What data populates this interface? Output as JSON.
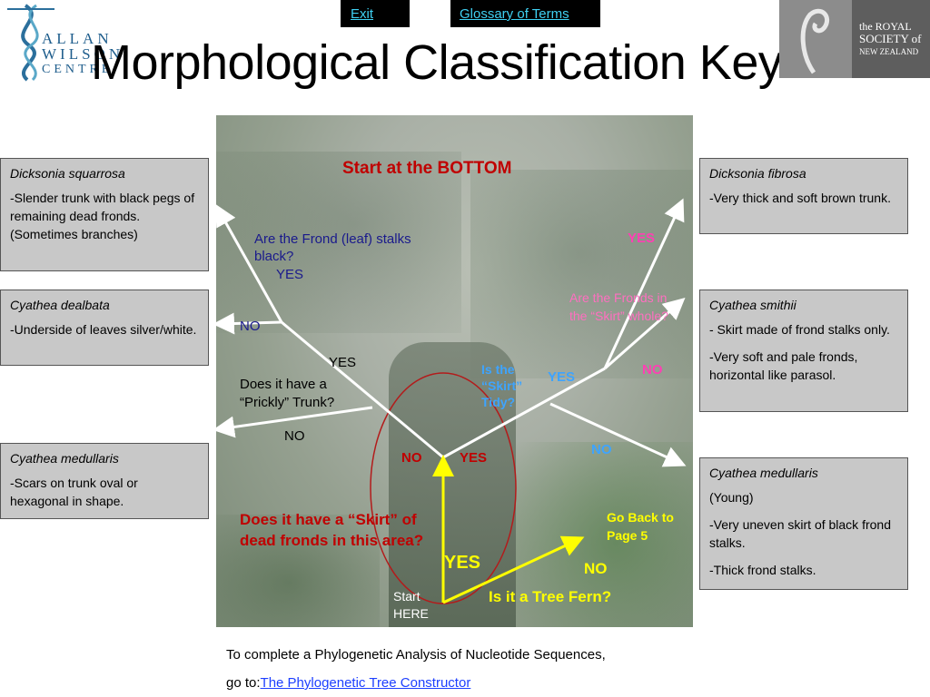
{
  "header": {
    "exit_label": "Exit",
    "glossary_label": "Glossary of Terms",
    "title": "Morphological Classification Key"
  },
  "logos": {
    "allan_wilson": [
      "ALLAN",
      "WILSON",
      "CENTRE"
    ],
    "royal_society": [
      "the ROYAL",
      "SOCIETY of",
      "NEW ZEALAND"
    ]
  },
  "boxes": {
    "dicksonia_squarrosa": {
      "species": "Dicksonia squarrosa",
      "lines": [
        "-Slender trunk with black pegs of remaining dead fronds.  (Sometimes branches)"
      ]
    },
    "cyathea_dealbata": {
      "species": "Cyathea dealbata",
      "lines": [
        "-Underside of leaves silver/white."
      ]
    },
    "cyathea_medullaris": {
      "species": "Cyathea medullaris",
      "lines": [
        "-Scars on trunk oval or hexagonal in shape."
      ]
    },
    "dicksonia_fibrosa": {
      "species": "Dicksonia fibrosa",
      "lines": [
        "-Very thick and soft brown trunk."
      ]
    },
    "cyathea_smithii": {
      "species": "Cyathea smithii",
      "lines": [
        "- Skirt made of frond stalks only.",
        "-Very soft and pale fronds, horizontal like parasol."
      ]
    },
    "cyathea_medullaris_young": {
      "species": "Cyathea medullaris",
      "lines": [
        "(Young)",
        "-Very uneven skirt of black frond stalks.",
        "-Thick frond stalks."
      ]
    }
  },
  "diagram": {
    "start_bottom": "Start at the BOTTOM",
    "q_frond_stalks": "Are the Frond (leaf) stalks black?",
    "yes_frond": "YES",
    "no_left_upper": "NO",
    "yes_prickly": "YES",
    "q_prickly": "Does it have a “Prickly” Trunk?",
    "no_prickly": "NO",
    "no_skirt": "NO",
    "yes_skirt": "YES",
    "q_skirt": "Does it have a “Skirt” of dead fronds in this area?",
    "yes_tree_fern": "YES",
    "start_here": "Start HERE",
    "q_tree_fern": "Is it a Tree Fern?",
    "no_tree_fern": "NO",
    "go_back": "Go Back to Page 5",
    "q_tidy": "Is the “Skirt” Tidy?",
    "yes_tidy": "YES",
    "no_tidy": "NO",
    "q_whole": "Are the Fronds in the “Skirt” whole?",
    "yes_whole": "YES",
    "no_whole": "NO"
  },
  "footer": {
    "line1": "To complete a Phylogenetic Analysis of Nucleotide Sequences,",
    "line2_prefix": "go to:",
    "link_label": "The Phylogenetic Tree Constructor"
  },
  "colors": {
    "question_navy": "#1a1a8c",
    "skirt_red": "#c00000",
    "tree_fern_yellow": "#ffff00",
    "whole_pink": "#ff6fc0",
    "tidy_blue": "#3ea4ff",
    "box_grey": "#c8c8c8"
  }
}
